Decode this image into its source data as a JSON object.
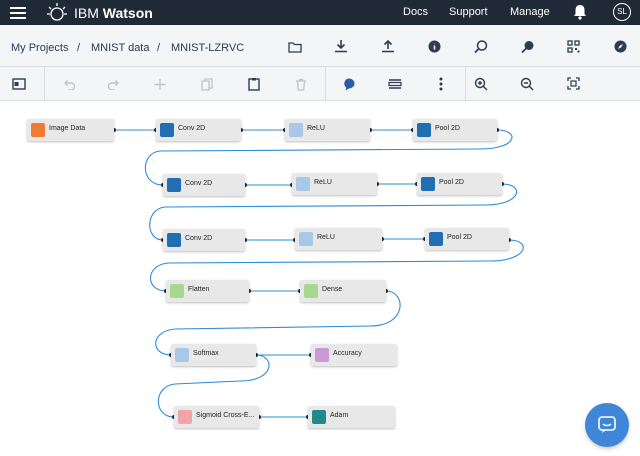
{
  "header": {
    "brand_light": "IBM ",
    "brand_bold": "Watson",
    "links": [
      "Docs",
      "Support",
      "Manage"
    ],
    "avatar_initials": "SL"
  },
  "breadcrumb": {
    "items": [
      "My Projects",
      "MNIST data",
      "MNIST-LZRVC"
    ],
    "separator": "/"
  },
  "nodes": [
    {
      "label": "Image Data",
      "color": "#ee7d31",
      "icon": "image-data-icon"
    },
    {
      "label": "Conv 2D",
      "color": "#1f6fb2",
      "icon": "grid-icon"
    },
    {
      "label": "ReLU",
      "color": "#a9c7e6",
      "icon": "power-icon"
    },
    {
      "label": "Pool 2D",
      "color": "#1f6fb2",
      "icon": "grid-icon"
    },
    {
      "label": "Conv 2D",
      "color": "#1f6fb2",
      "icon": "grid-icon"
    },
    {
      "label": "ReLU",
      "color": "#a9c7e6",
      "icon": "power-icon"
    },
    {
      "label": "Pool 2D",
      "color": "#1f6fb2",
      "icon": "grid-icon"
    },
    {
      "label": "Conv 2D",
      "color": "#1f6fb2",
      "icon": "grid-icon"
    },
    {
      "label": "ReLU",
      "color": "#a9c7e6",
      "icon": "power-icon"
    },
    {
      "label": "Pool 2D",
      "color": "#1f6fb2",
      "icon": "grid-icon"
    },
    {
      "label": "Flatten",
      "color": "#a6d88f",
      "icon": "flatten-icon"
    },
    {
      "label": "Dense",
      "color": "#a6d88f",
      "icon": "dense-icon"
    },
    {
      "label": "Softmax",
      "color": "#a9c7e6",
      "icon": "power-icon"
    },
    {
      "label": "Accuracy",
      "color": "#c99bd6",
      "icon": "accuracy-icon"
    },
    {
      "label": "Sigmoid Cross-E...",
      "color": "#f0a3a8",
      "icon": "loss-icon"
    },
    {
      "label": "Adam",
      "color": "#1e8a8a",
      "icon": "optimizer-icon"
    }
  ],
  "colors": {
    "topbar": "#1f2a36",
    "edge": "#2e8bd6",
    "icon": "#2d3b55",
    "chat": "#3f86d8"
  }
}
